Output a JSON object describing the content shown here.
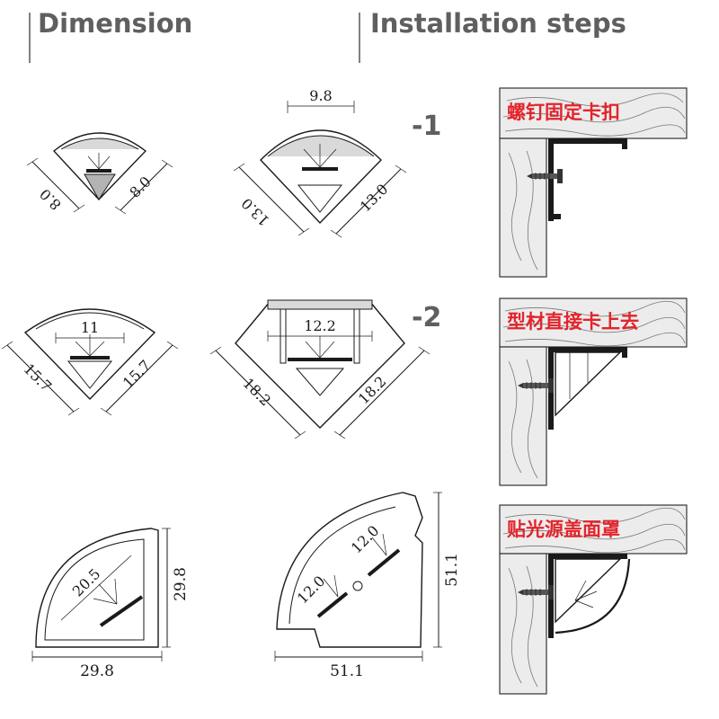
{
  "headers": {
    "dimension": "Dimension",
    "installation": "Installation steps"
  },
  "steps": [
    {
      "number": "-1",
      "caption": "螺钉固定卡扣"
    },
    {
      "number": "-2",
      "caption": "型材直接卡上去"
    },
    {
      "number": "",
      "caption": "贴光源盖面罩"
    }
  ],
  "profiles": [
    {
      "dims": [
        "8.0",
        "8.0"
      ]
    },
    {
      "dims": [
        "9.8",
        "13.0",
        "13.0"
      ]
    },
    {
      "dims": [
        "11",
        "15.7",
        "15.7"
      ]
    },
    {
      "dims": [
        "12.2",
        "18.2",
        "18.2"
      ]
    },
    {
      "dims": [
        "20.5",
        "29.8",
        "29.8"
      ]
    },
    {
      "dims": [
        "12.0",
        "12.0",
        "51.1",
        "51.1"
      ]
    }
  ],
  "colors": {
    "header_text": "#5f5f5f",
    "caption_text": "#e3242b",
    "line": "#1a1a1a"
  }
}
